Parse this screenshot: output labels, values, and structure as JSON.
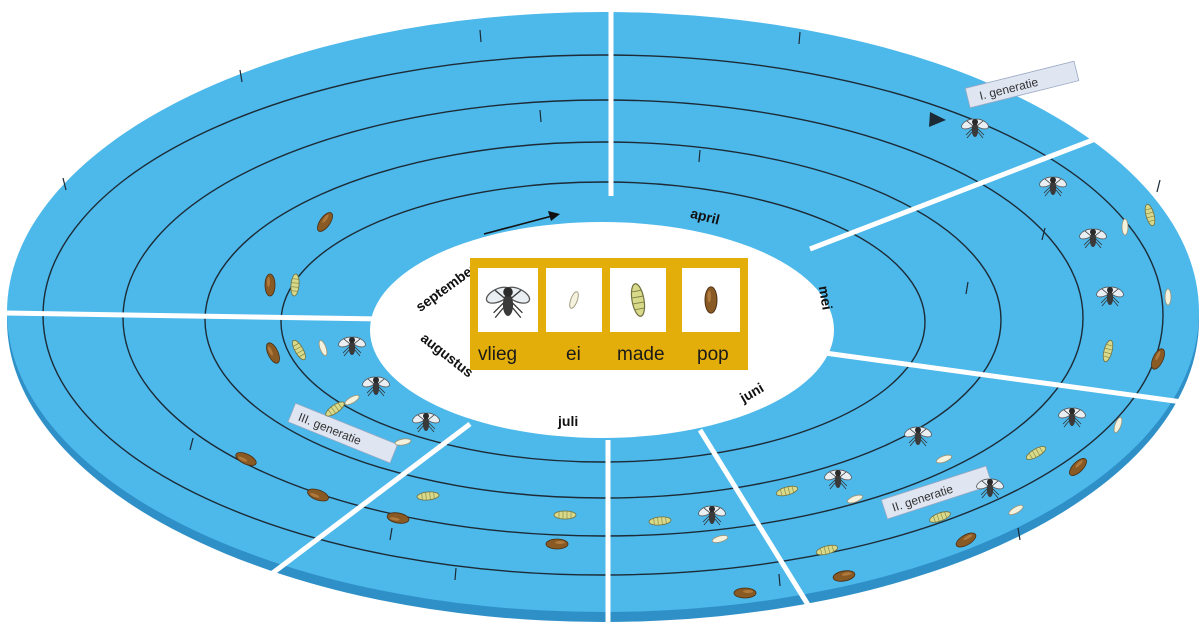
{
  "months": {
    "april": "april",
    "mei": "mei",
    "juni": "juni",
    "juli": "juli",
    "augustus": "augustus",
    "september": "september"
  },
  "generations": {
    "first": "I. generatie",
    "second": "II. generatie",
    "third": "III. generatie"
  },
  "legend": {
    "items": [
      {
        "label": "vlieg",
        "icon": "fly-icon"
      },
      {
        "label": "ei",
        "icon": "egg-icon"
      },
      {
        "label": "made",
        "icon": "larva-icon"
      },
      {
        "label": "pop",
        "icon": "pupa-icon"
      }
    ]
  },
  "colors": {
    "ring": "#4db8ea",
    "ring_dark": "#2f90c8",
    "legend_bg": "#e3ad0a",
    "line": "#1c2b36",
    "background": "#ffffff"
  }
}
